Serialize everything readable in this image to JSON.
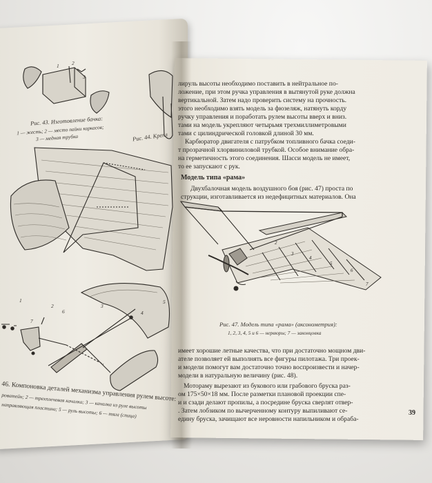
{
  "right_page": {
    "lines_top": [
      "лируль высоты необходимо поставить в нейтральное по-",
      "ложение, при этом ручка управления в вытянутой руке должна",
      "вертикальной. Затем надо проверить систему на прочность.",
      "этого необходимо взять модель за фюзеляж, натянуть корду",
      "ручку управления и поработать рулем высоты вверх и вниз.",
      "тами на модель укрепляют четырьмя трехмиллиметровыми",
      "тами с цилиндрической головкой длиной 30 мм.",
      "Карбюратор двигателя с патрубком топливного бачка соеди-",
      "т прозрачной хлорвиниловой трубкой. Особое внимание обра-",
      "на герметичность этого соединения. Шасси модель не имеет,",
      "то ее запускают с рук."
    ],
    "section_heading": "Модель типа «рама»",
    "section_lines": [
      "Двухбалочная модель воздушного боя (рис. 47) проста по",
      "струкции, изготавливается из недефицитных материалов. Она"
    ],
    "figure_caption": "Рис. 47. Модель типа «рама» (аксонометрия):",
    "figure_legend": "1, 2, 3, 4, 5 и 6 — нервюры; 7 — законцовка",
    "lines_bottom": [
      "имеет хорошие летные качества, что при достаточно мощном дви-",
      "ателе позволяет ей выполнять все фигуры пилотажа. Три проек-",
      "и модели помогут вам достаточно точно воспроизвести и начер-",
      "модели в натуральную величину (рис. 48).",
      "Мотораму вырезают из букового или грабового бруска раз-",
      "ом 175×50×18 мм. После разметки плановой проекции спе-",
      "и и сзади делают пропилы, а посредине бруска сверлят отвер-",
      ". Затем лобзиком по вычерченному контуру выпиливают се-",
      "едину бруска, зачищают все неровности напильником и обраба-"
    ],
    "page_number": "39"
  },
  "left_page": {
    "fig43_caption": "Рис. 43. Изготовление бачка:",
    "fig43_legend_1": "1 — жесть; 2 — место пайки каркасов;",
    "fig43_legend_2": "3 — медная трубка",
    "fig44_caption": "Рис. 44. Крепл",
    "fig46_caption": "46. Компоновка деталей механизма управления рулем высоте:",
    "fig46_legend_1": "роватейн; 2 — трехплечевая качалка; 3 — качалка из руле высоты",
    "fig46_legend_2": "направляющая пластина; 5 — руль высоты; 6 — тяга (спица)",
    "callouts": [
      "1",
      "2",
      "3",
      "1",
      "2",
      "6",
      "3",
      "4",
      "5",
      "7"
    ]
  },
  "colors": {
    "paper": "#efece4",
    "ink": "#2b2926",
    "background": "#ecebe8"
  }
}
